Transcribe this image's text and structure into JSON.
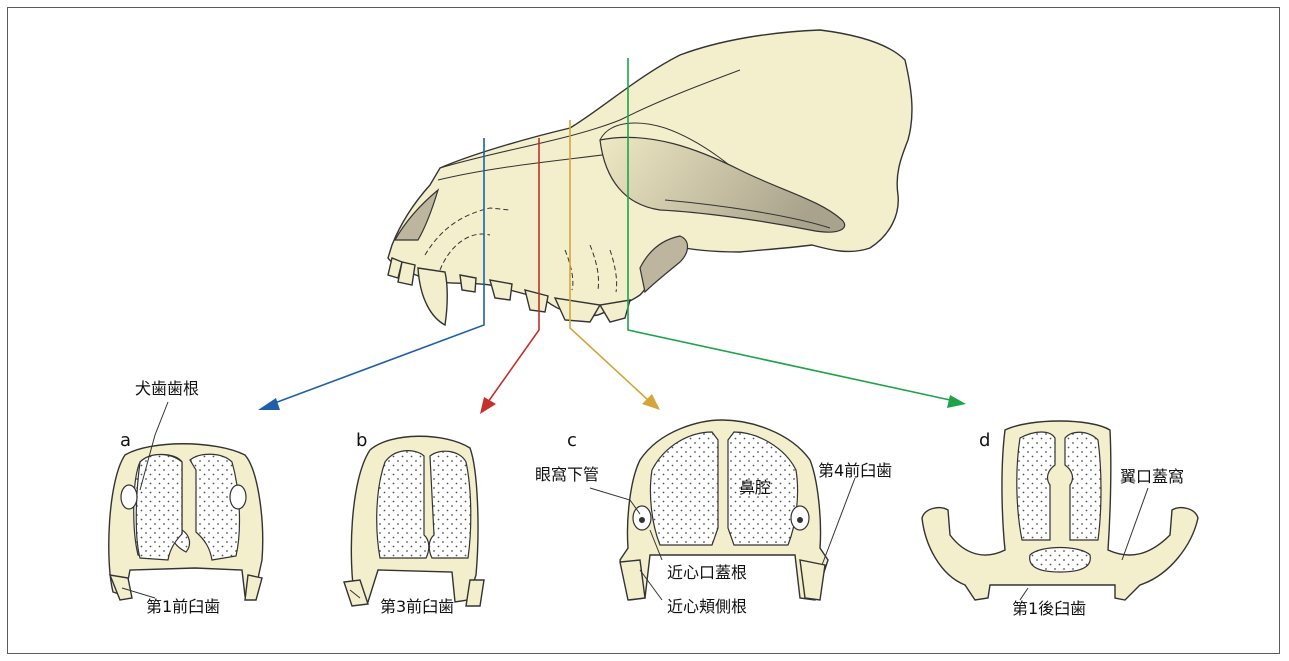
{
  "panels": [
    {
      "letter": "a",
      "tooth_label": "第1前臼歯"
    },
    {
      "letter": "b",
      "tooth_label": "第3前臼歯"
    },
    {
      "letter": "c",
      "tooth_label": "第4前臼歯"
    },
    {
      "letter": "d",
      "tooth_label": "第1後臼歯"
    }
  ],
  "labels": {
    "canine_root": "犬歯歯根",
    "infraorbital_canal": "眼窩下管",
    "nasal_cavity": "鼻腔",
    "mesiopalatal_root": "近心口蓋根",
    "mesiobuccal_root": "近心頬側根",
    "pterygopalatine_fossa": "翼口蓋窩"
  },
  "colors": {
    "bone": "#f3eecb",
    "line_a": "#1f5fa8",
    "line_b": "#c4302b",
    "line_c": "#d4a63a",
    "line_d": "#1fa34a"
  }
}
